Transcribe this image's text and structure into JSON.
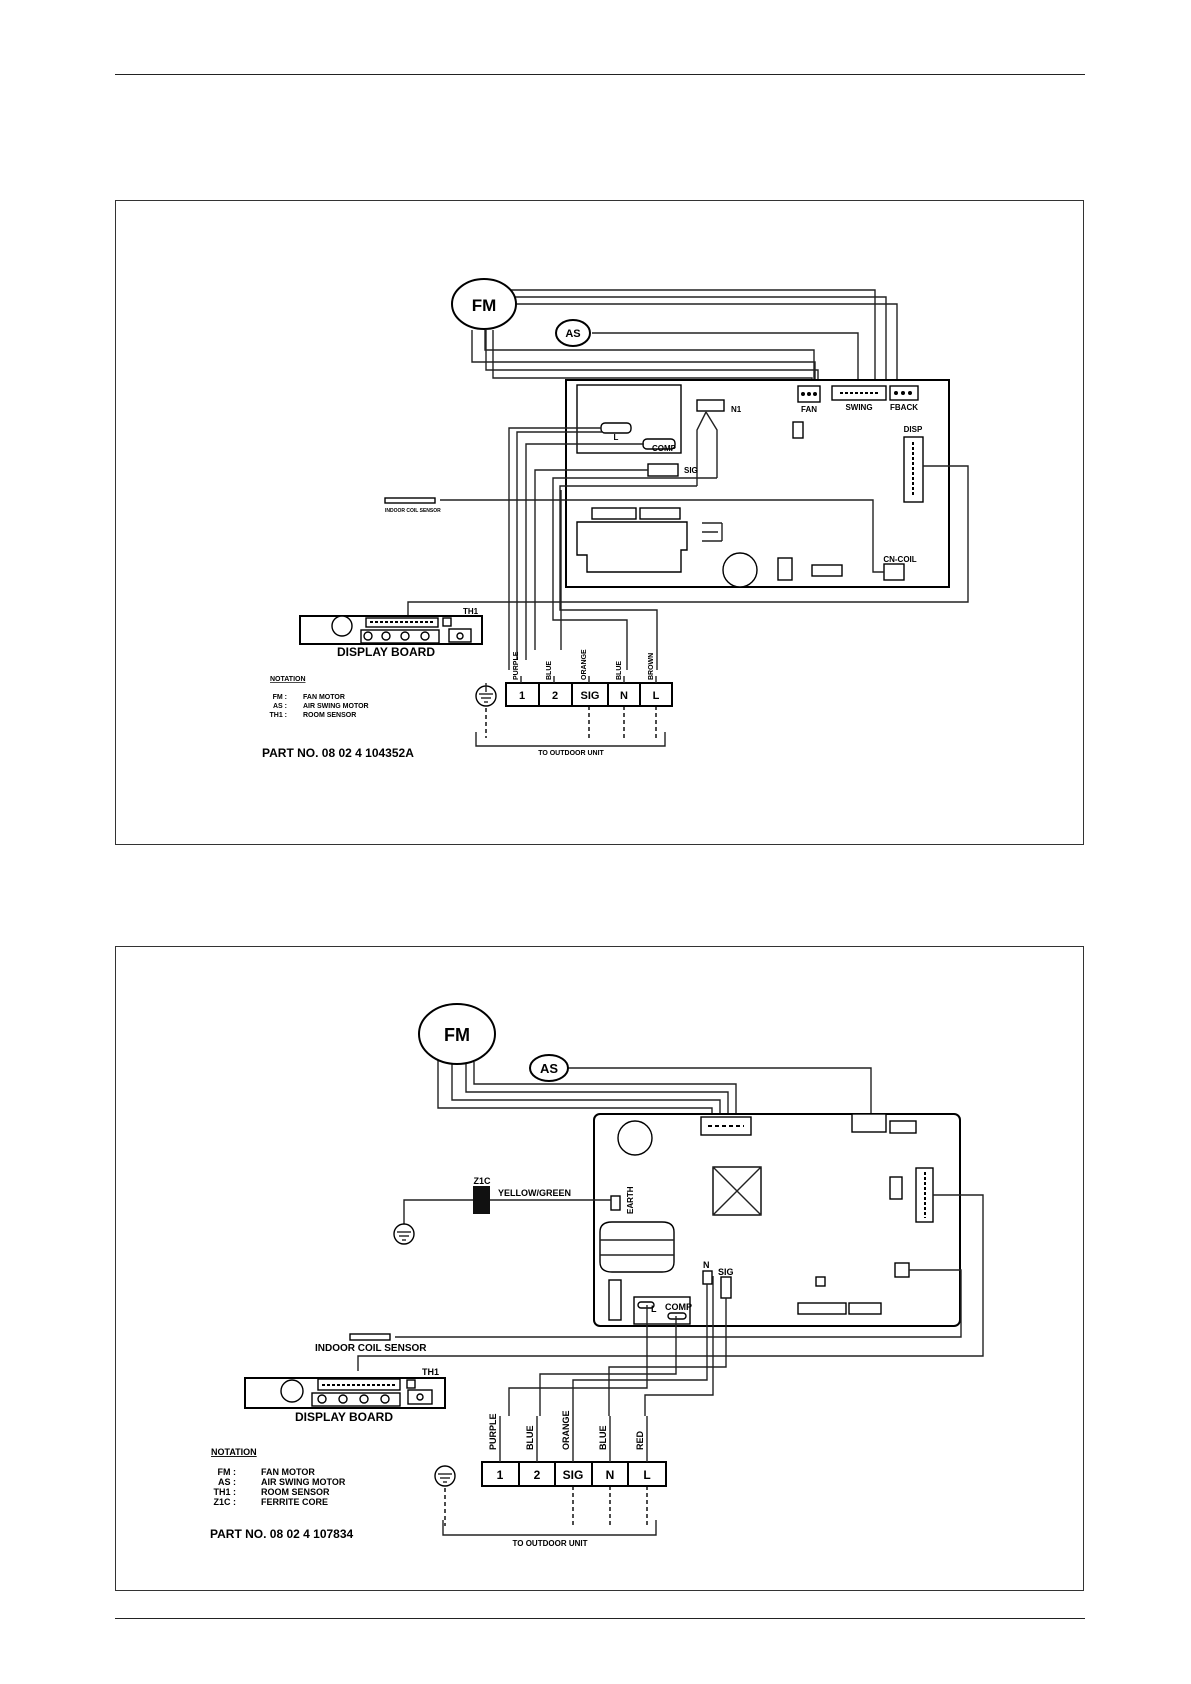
{
  "diagram1": {
    "fan_motor": "FM",
    "air_swing": "AS",
    "connectors": {
      "fan": "FAN",
      "swing": "SWING",
      "fback": "FBACK",
      "n1": "N1",
      "disp": "DISP",
      "l": "L",
      "comp": "COMP",
      "sig": "SIG",
      "cn_coil": "CN-COIL"
    },
    "indoor_coil_sensor": "INDOOR COIL SENSOR",
    "th1": "TH1",
    "display_board": "DISPLAY BOARD",
    "wire_colors": [
      "PURPLE",
      "BLUE",
      "ORANGE",
      "BLUE",
      "BROWN"
    ],
    "terminals": [
      "1",
      "2",
      "SIG",
      "N",
      "L"
    ],
    "to_outdoor": "TO OUTDOOR UNIT",
    "notation": {
      "title": "NOTATION",
      "rows": [
        {
          "code": "FM :",
          "desc": "FAN MOTOR"
        },
        {
          "code": "AS :",
          "desc": "AIR SWING MOTOR"
        },
        {
          "code": "TH1 :",
          "desc": "ROOM SENSOR"
        }
      ]
    },
    "part_no": "PART NO. 08 02 4 104352A"
  },
  "diagram2": {
    "fan_motor": "FM",
    "air_swing": "AS",
    "z1c": "Z1C",
    "yellow_green": "YELLOW/GREEN",
    "earth": "EARTH",
    "connectors": {
      "n": "N",
      "sig": "SIG",
      "l": "L",
      "comp": "COMP"
    },
    "indoor_coil_sensor": "INDOOR COIL SENSOR",
    "th1": "TH1",
    "display_board": "DISPLAY BOARD",
    "wire_colors": [
      "PURPLE",
      "BLUE",
      "ORANGE",
      "BLUE",
      "RED"
    ],
    "terminals": [
      "1",
      "2",
      "SIG",
      "N",
      "L"
    ],
    "to_outdoor": "TO OUTDOOR UNIT",
    "notation": {
      "title": "NOTATION",
      "rows": [
        {
          "code": "FM :",
          "desc": "FAN MOTOR"
        },
        {
          "code": "AS :",
          "desc": "AIR SWING MOTOR"
        },
        {
          "code": "TH1 :",
          "desc": "ROOM SENSOR"
        },
        {
          "code": "Z1C :",
          "desc": "FERRITE CORE"
        }
      ]
    },
    "part_no": "PART NO. 08 02 4 107834"
  }
}
